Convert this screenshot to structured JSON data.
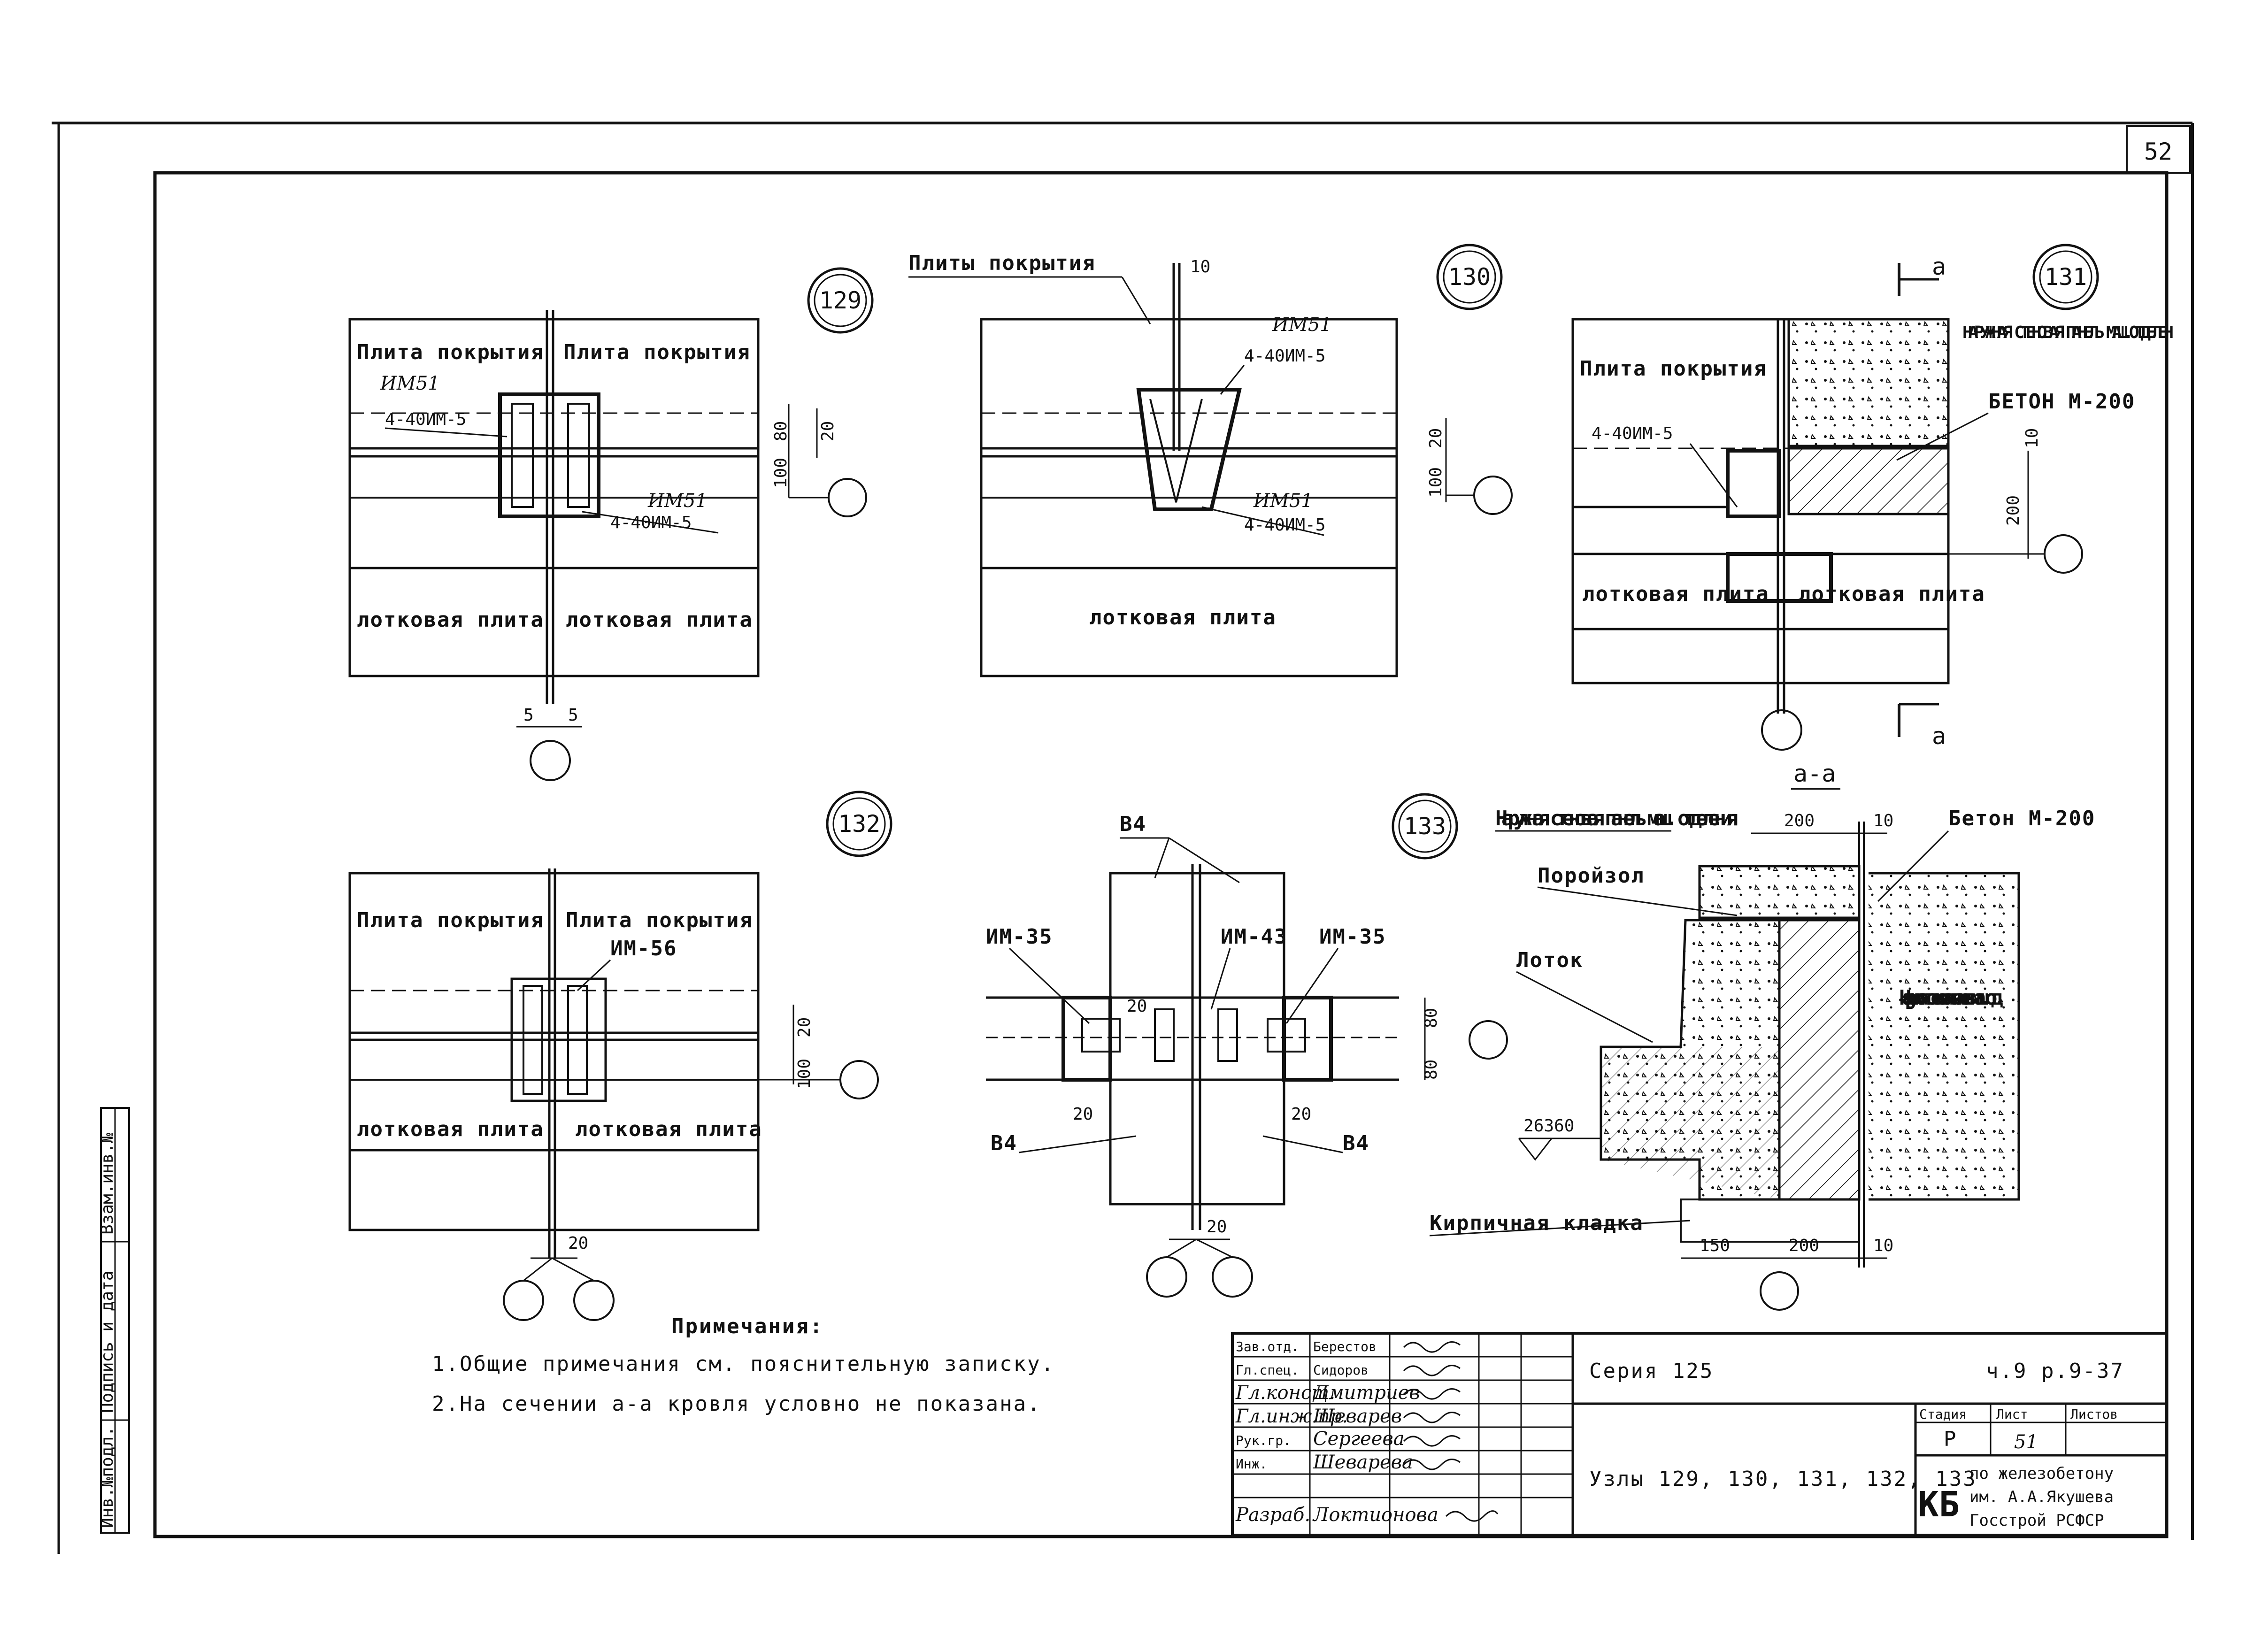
{
  "sheet": {
    "page_number": "52"
  },
  "node129": {
    "marker": "129",
    "label_top_left": "Плита покрытия",
    "label_top_right": "Плита покрытия",
    "label_bot_left": "лотковая плита",
    "label_bot_right": "лотковая плита",
    "anchor_top": "4-40ИМ-5",
    "anchor_bot": "4-40ИМ-5",
    "hand_top": "ИМ51",
    "hand_bot": "ИМ51",
    "dim_80": "80",
    "dim_20": "20",
    "dim_100": "100",
    "dim_5a": "5",
    "dim_5b": "5"
  },
  "node130": {
    "marker": "130",
    "title": "Плиты покрытия",
    "dim_10": "10",
    "anchor_top": "4-40ИМ-5",
    "anchor_bot": "4-40ИМ-5",
    "hand_top": "ИМ51",
    "hand_bot": "ИМ51",
    "dim_20": "20",
    "dim_100": "100",
    "label_bot": "лотковая   плита"
  },
  "node131": {
    "marker": "131",
    "section_mark": "а",
    "label_top_left": "Плита покрытия",
    "label_panel": "НАРУЖНАЯ СТЕНОВАЯ ПАНЕЛЬ МАШ.ОТДЕЛЕН",
    "label_concrete": "БЕТОН М-200",
    "anchor": "4-40ИМ-5",
    "dim_10": "10",
    "dim_200": "200",
    "label_bot_left": "лотковая плита",
    "label_bot_right": "лотковая плита"
  },
  "node132": {
    "marker": "132",
    "label_top_left": "Плита покрытия",
    "label_top_right": "Плита покрытия",
    "anchor": "ИМ-56",
    "dim_20": "20",
    "dim_100": "100",
    "label_bot_left": "лотковая плита",
    "label_bot_right": "лотковая плита",
    "dim_bottom": "20"
  },
  "node133": {
    "marker": "133",
    "label_b4_top": "В4",
    "label_b4_left": "В4",
    "label_b4_right": "В4",
    "im35_left": "ИМ-35",
    "im35_right": "ИМ-35",
    "im43": "ИМ-43",
    "dim_20_small": "20",
    "dim_20_left": "20",
    "dim_20_right": "20",
    "dim_20_bottom": "20",
    "dim_80a": "80",
    "dim_80b": "80"
  },
  "section_aa": {
    "title": "а-а",
    "label_panel": "Наружная стеновая панель маш. отделения",
    "label_porozol": "Поройзол",
    "label_concrete": "Бетон М-200",
    "label_lotok": "Лоток",
    "label_panel_side": "Наружная стеновая панель маш. отд.",
    "label_brick": "Кирпичная кладка",
    "elevation": "26360",
    "dim_200_top": "200",
    "dim_10_top": "10",
    "dim_150": "150",
    "dim_200_bot": "200",
    "dim_10_bot": "10"
  },
  "notes": {
    "heading": "Примечания:",
    "items": [
      "1.Общие примечания см. пояснительную записку.",
      "2.На сечении а-а кровля условно не показана."
    ]
  },
  "side_stamp": {
    "col1": "Инв.№подл.",
    "col2": "Подпись и дата",
    "col3": "Взам.инв.№"
  },
  "title_block": {
    "series": "Серия 125",
    "sheet_ref": "ч.9  р.9-37",
    "title": "Узлы 129, 130, 131, 132, 133",
    "stage_header": "Стадия",
    "sheet_header": "Лист",
    "sheets_header": "Листов",
    "stage_value": "Р",
    "sheet_value": "51",
    "org_line1": "по железобетону",
    "org_line2": "им. А.А.Якушева",
    "org_line3": "Госстрой РСФСР",
    "org_logo": "КБ",
    "roles": [
      "Зав.отд.",
      "Гл.спец.",
      "Гл.конст.",
      "Гл.инж.пр.",
      "Рук.гр.",
      "Инж.",
      "Разраб."
    ],
    "names": [
      "Берестов",
      "Сидоров",
      "Дмитриев",
      "Шеварев",
      "Сергеева",
      "Шеварева",
      "Локтионова"
    ]
  }
}
